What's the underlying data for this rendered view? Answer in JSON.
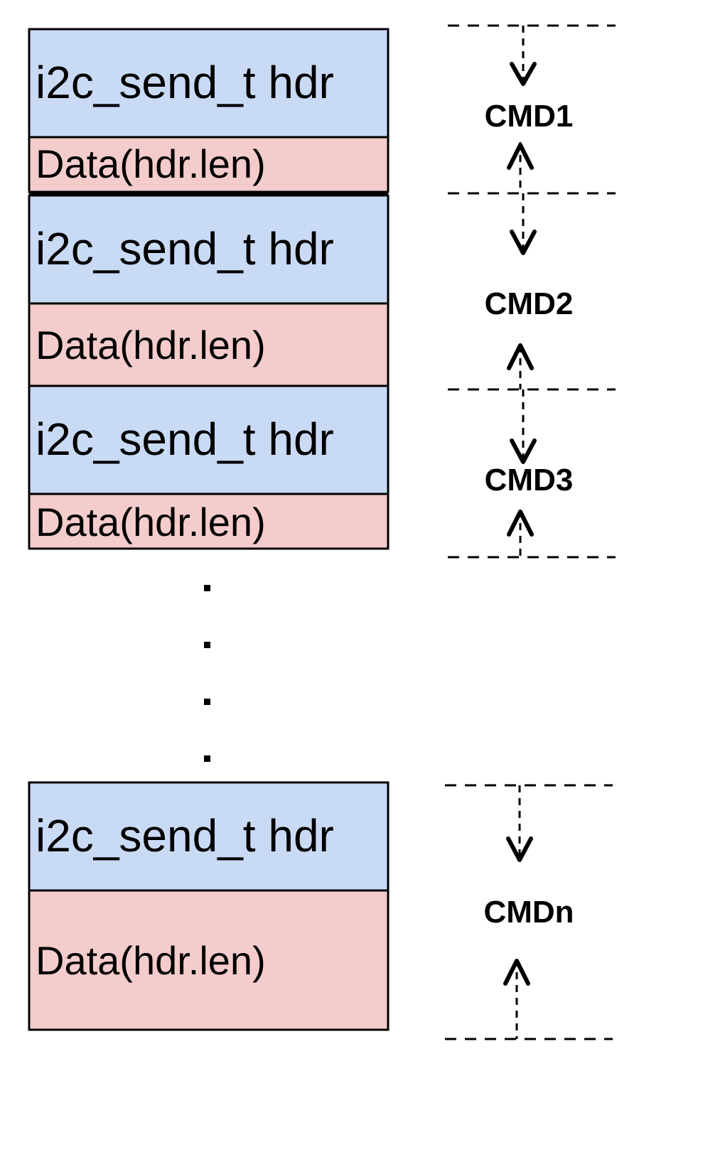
{
  "colors": {
    "header_fill": "#c9daf5",
    "data_fill": "#f4cccc",
    "stroke": "#000000"
  },
  "stack": [
    {
      "header_label": "i2c_send_t hdr",
      "data_label": "Data(hdr.len)"
    },
    {
      "header_label": "i2c_send_t hdr",
      "data_label": "Data(hdr.len)"
    },
    {
      "header_label": "i2c_send_t hdr",
      "data_label": "Data(hdr.len)"
    },
    {
      "header_label": "i2c_send_t hdr",
      "data_label": "Data(hdr.len)"
    }
  ],
  "commands": [
    {
      "label": "CMD1"
    },
    {
      "label": "CMD2"
    },
    {
      "label": "CMD3"
    },
    {
      "label": "CMDn"
    }
  ]
}
